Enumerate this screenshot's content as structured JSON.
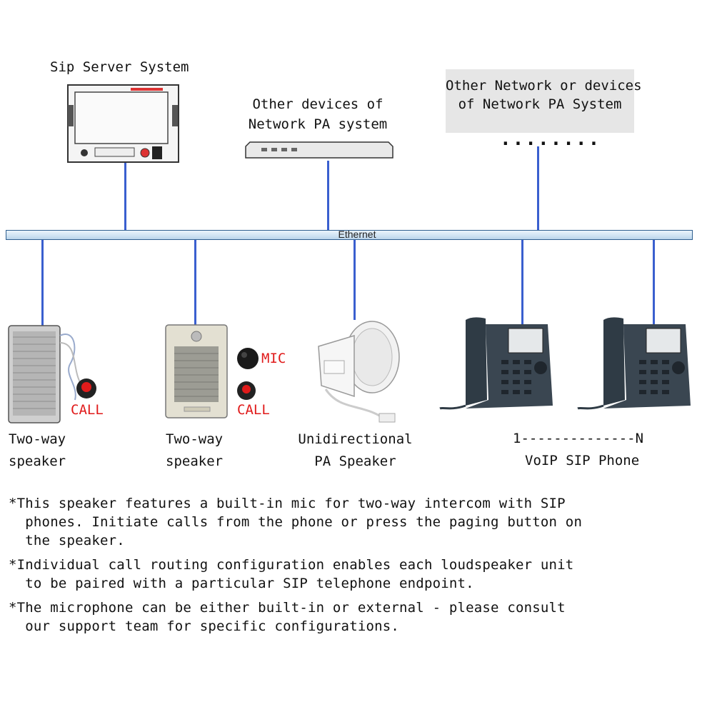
{
  "top": {
    "sip_server_label": "Sip Server System",
    "other_devices_label": [
      "Other devices of",
      "Network PA system"
    ],
    "other_network_label": [
      "Other Network or devices",
      "of Network PA System"
    ],
    "dots": "........"
  },
  "bus": {
    "label": "Ethernet"
  },
  "devices": [
    {
      "label": [
        "Two-way",
        "speaker"
      ],
      "button_label": "CALL"
    },
    {
      "label": [
        "Two-way",
        "speaker"
      ],
      "mic_label": "MIC",
      "button_label": "CALL"
    },
    {
      "label": [
        "Unidirectional",
        "PA Speaker"
      ]
    },
    {
      "range_label": "1--------------N",
      "label": "VoIP SIP Phone"
    }
  ],
  "notes": [
    [
      "*This speaker features a built-in mic for two-way intercom with SIP",
      "  phones. Initiate calls from the phone or press the paging button on",
      "  the speaker."
    ],
    [
      "*Individual call routing configuration enables each loudspeaker unit",
      "  to be paired with a particular SIP telephone endpoint."
    ],
    [
      "*The microphone can be either built-in or external - please consult",
      "  our support team for specific configurations."
    ]
  ],
  "colors": {
    "wire": "#3a5fcf",
    "call_red": "#e01b1b",
    "bus_border": "#2f5f8f"
  }
}
